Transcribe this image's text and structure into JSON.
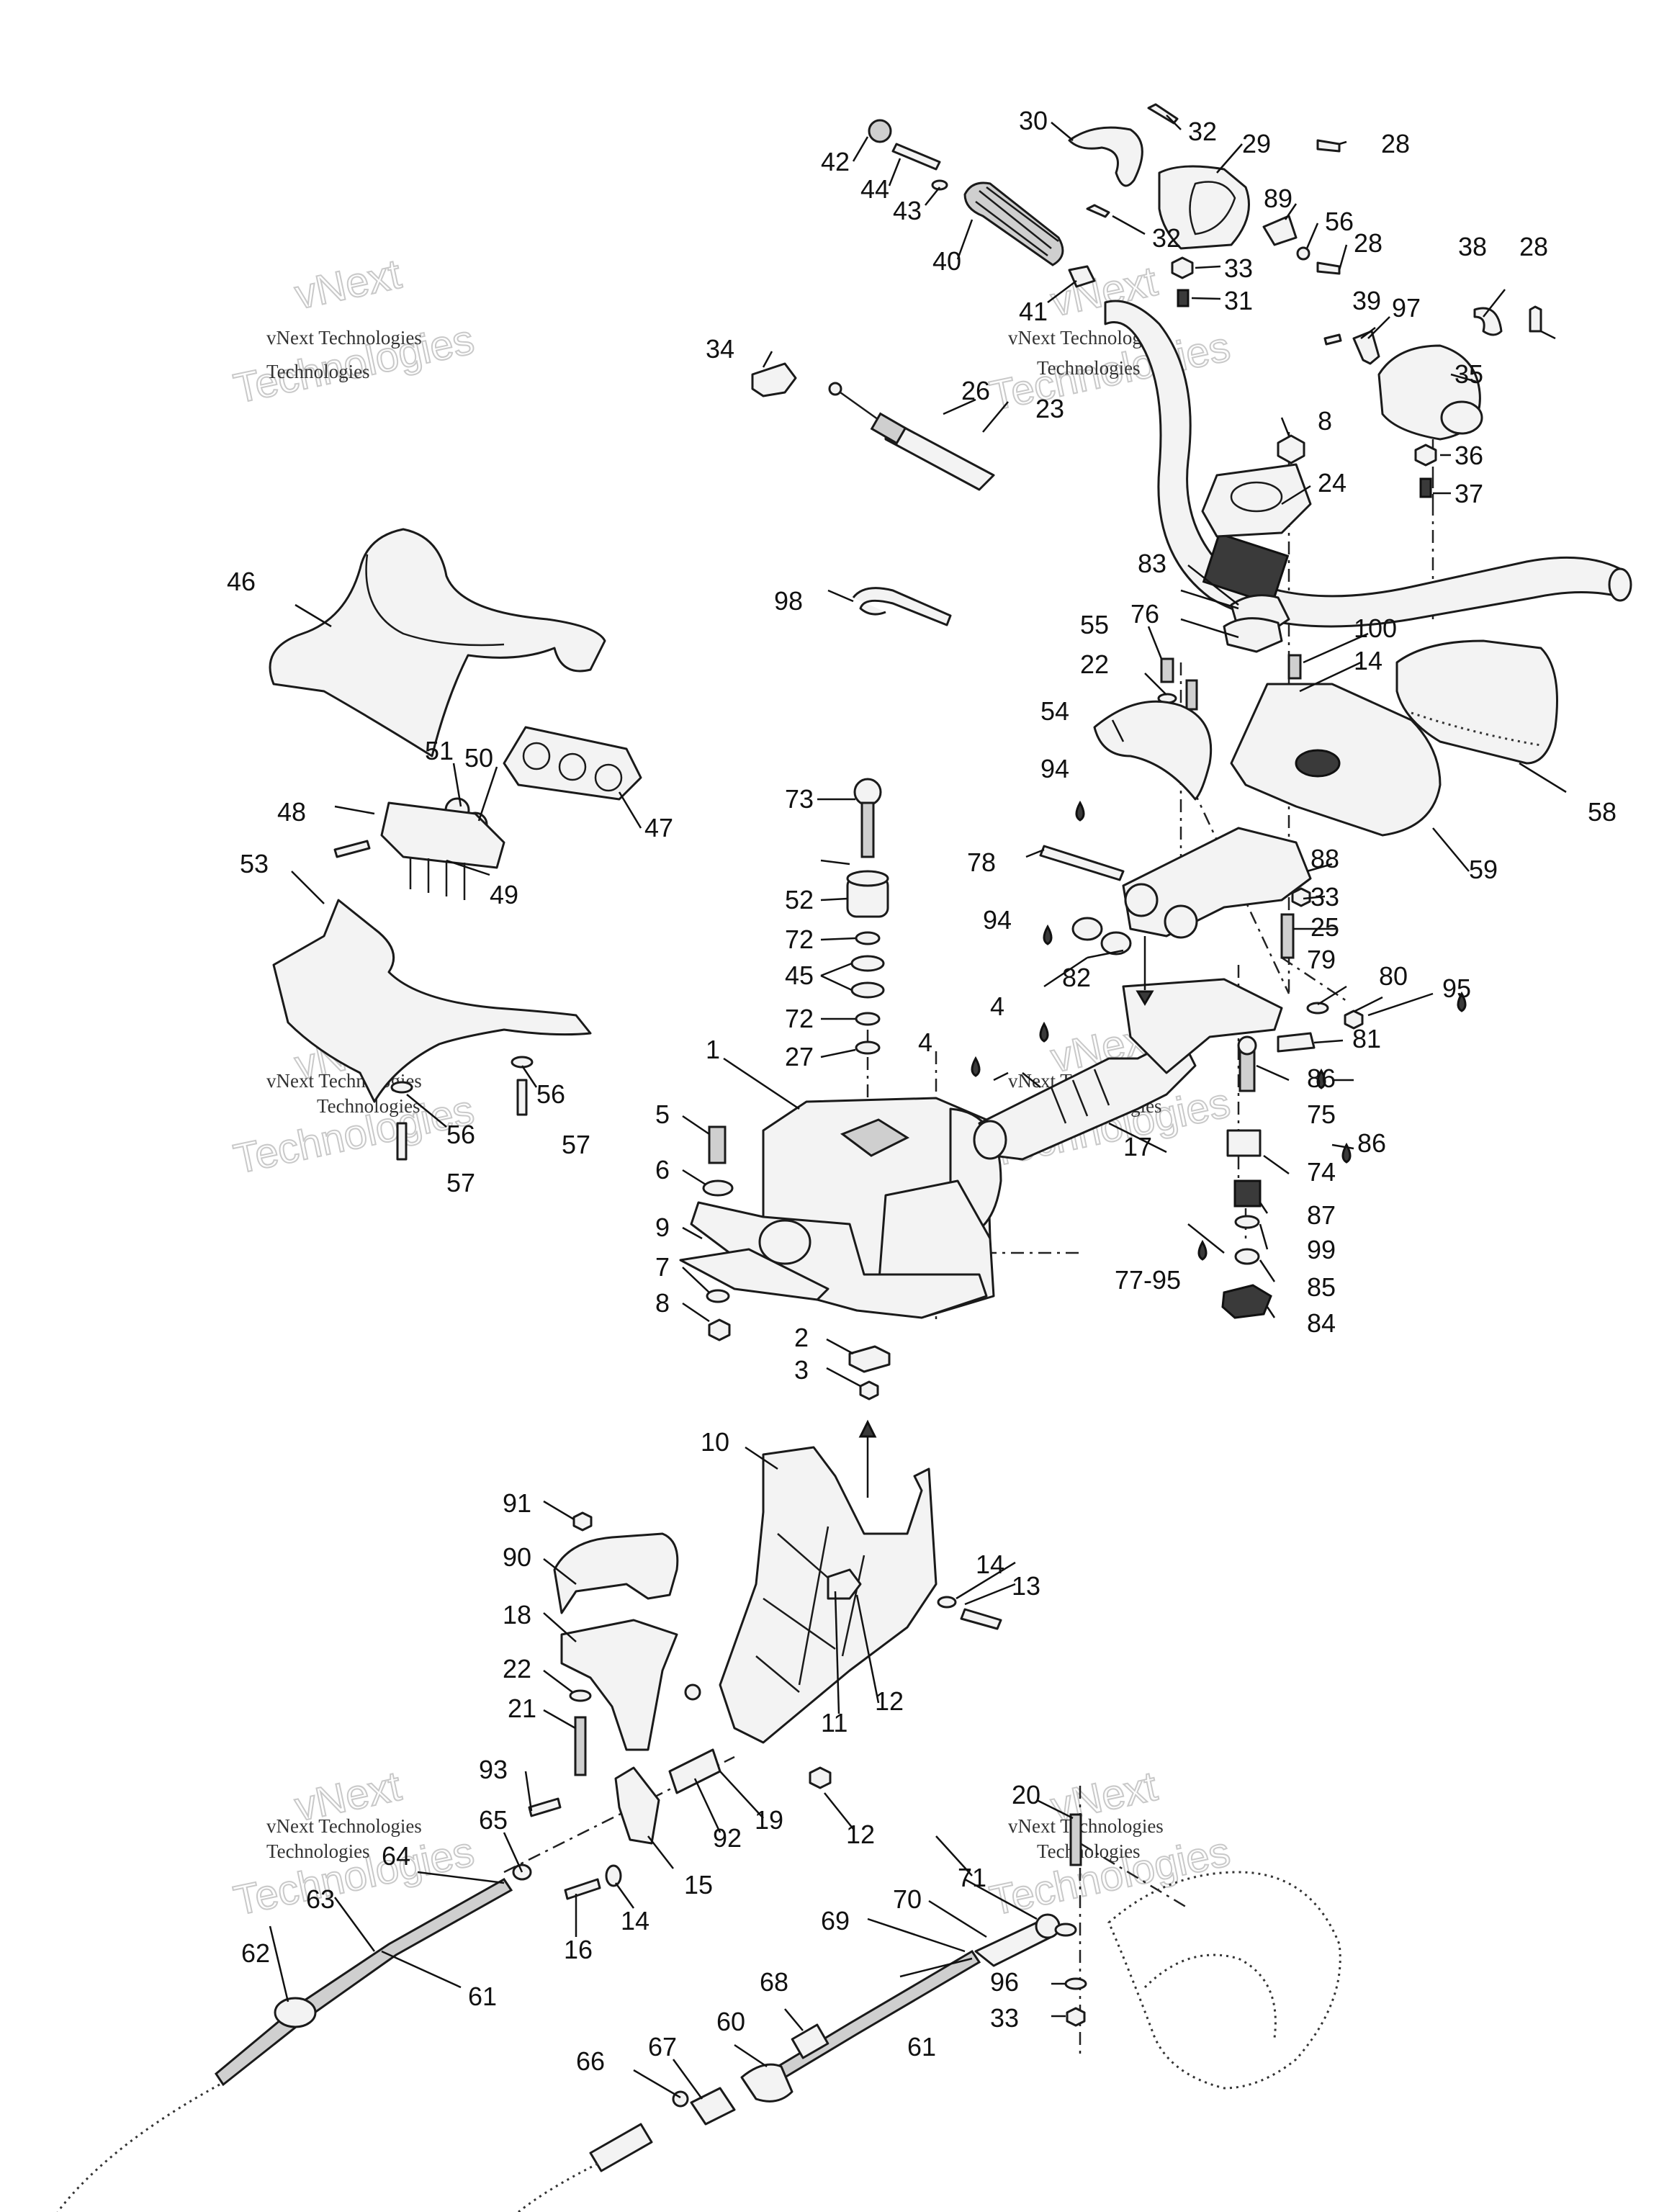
{
  "watermark": {
    "line1": "vNext",
    "line2": "Technologies",
    "small": "vNext Technologies"
  },
  "callouts": {
    "1": "1",
    "2": "2",
    "3": "3",
    "4a": "4",
    "4b": "4",
    "5": "5",
    "6": "6",
    "7": "7",
    "8a": "8",
    "8b": "8",
    "9": "9",
    "10": "10",
    "11": "11",
    "12a": "12",
    "12b": "12",
    "13": "13",
    "14a": "14",
    "14b": "14",
    "14c": "14",
    "15": "15",
    "16": "16",
    "17": "17",
    "18": "18",
    "19": "19",
    "20": "20",
    "21": "21",
    "22a": "22",
    "22b": "22",
    "23": "23",
    "24": "24",
    "25": "25",
    "26": "26",
    "27": "27",
    "28a": "28",
    "28b": "28",
    "28c": "28",
    "29": "29",
    "30": "30",
    "31": "31",
    "32a": "32",
    "32b": "32",
    "33a": "33",
    "33b": "33",
    "33c": "33",
    "34": "34",
    "35": "35",
    "36": "36",
    "37": "37",
    "38": "38",
    "39": "39",
    "40": "40",
    "41": "41",
    "42": "42",
    "43": "43",
    "44": "44",
    "45": "45",
    "46": "46",
    "47": "47",
    "48": "48",
    "49": "49",
    "50": "50",
    "51": "51",
    "52": "52",
    "53": "53",
    "54": "54",
    "55": "55",
    "56a": "56",
    "56b": "56",
    "56c": "56",
    "57a": "57",
    "57b": "57",
    "58": "58",
    "59": "59",
    "60": "60",
    "61a": "61",
    "61b": "61",
    "62": "62",
    "63": "63",
    "64": "64",
    "65": "65",
    "66": "66",
    "67": "67",
    "68": "68",
    "69": "69",
    "70": "70",
    "71": "71",
    "72a": "72",
    "72b": "72",
    "73": "73",
    "74": "74",
    "75": "75",
    "76": "76",
    "77-95": "77-95",
    "78": "78",
    "79": "79",
    "80": "80",
    "81": "81",
    "82": "82",
    "83": "83",
    "84": "84",
    "85": "85",
    "86a": "86",
    "86b": "86",
    "87": "87",
    "88": "88",
    "89": "89",
    "90": "90",
    "91": "91",
    "92": "92",
    "93": "93",
    "94a": "94",
    "94b": "94",
    "95": "95",
    "96": "96",
    "97": "97",
    "98": "98",
    "99": "99",
    "100": "100"
  },
  "icons": {
    "lubricant": "oil-drop-icon"
  }
}
